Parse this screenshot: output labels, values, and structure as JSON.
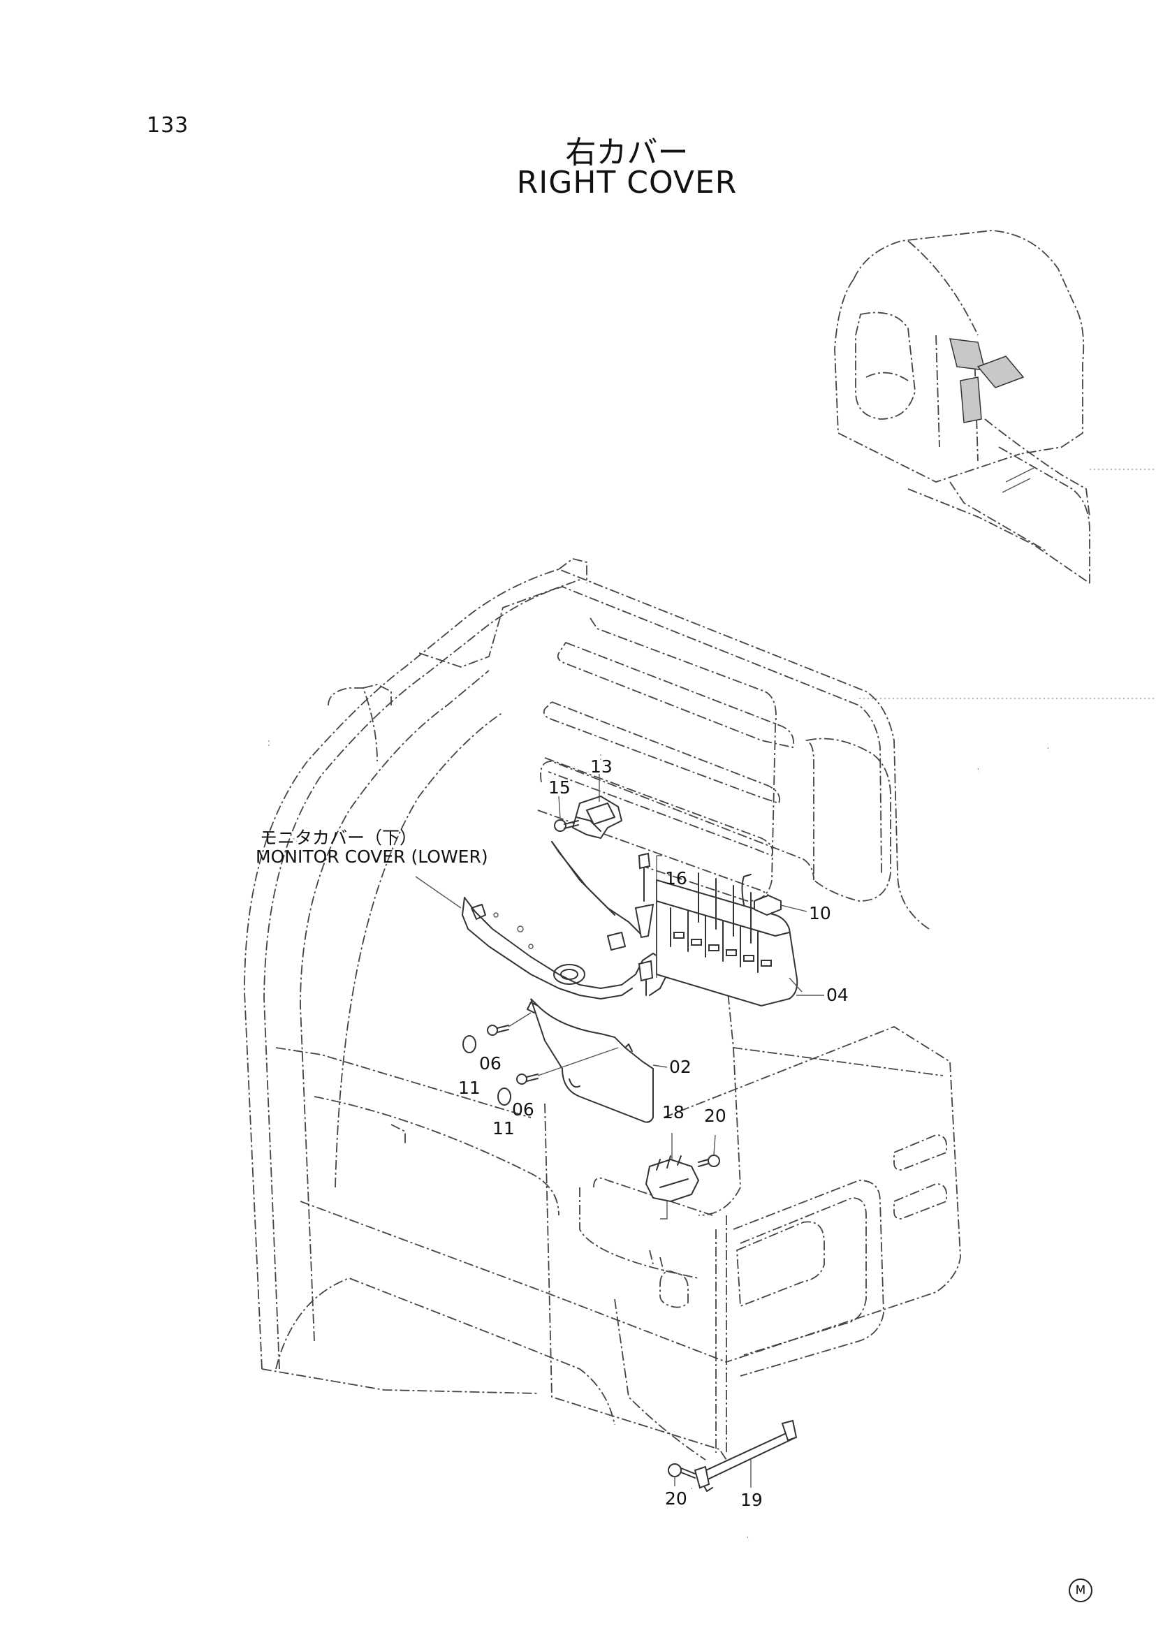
{
  "page_number": "133",
  "title_jp": "右カバー",
  "title_en": "RIGHT COVER",
  "part_label": {
    "jp": "モニタカバー（下）",
    "en": "MONITOR COVER (LOWER)"
  },
  "callouts": [
    {
      "id": "c13",
      "text": "13"
    },
    {
      "id": "c15",
      "text": "15"
    },
    {
      "id": "c16",
      "text": "16"
    },
    {
      "id": "c10",
      "text": "10"
    },
    {
      "id": "c04",
      "text": "04"
    },
    {
      "id": "c02",
      "text": "02"
    },
    {
      "id": "c06a",
      "text": "06"
    },
    {
      "id": "c06b",
      "text": "06"
    },
    {
      "id": "c11a",
      "text": "11"
    },
    {
      "id": "c11b",
      "text": "11"
    },
    {
      "id": "c18",
      "text": "18"
    },
    {
      "id": "c20a",
      "text": "20"
    },
    {
      "id": "c20b",
      "text": "20"
    },
    {
      "id": "c19",
      "text": "19"
    }
  ],
  "corner_mark": "M"
}
